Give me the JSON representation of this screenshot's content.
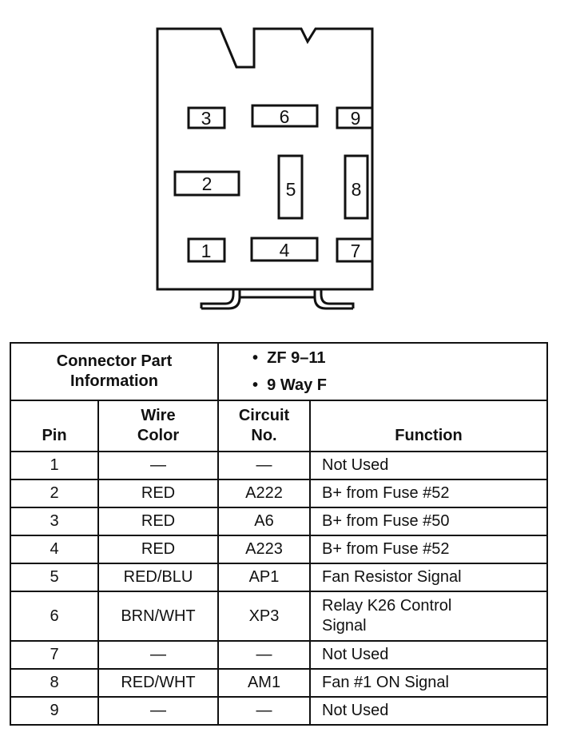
{
  "connector": {
    "pins": [
      "1",
      "2",
      "3",
      "4",
      "5",
      "6",
      "7",
      "8",
      "9"
    ]
  },
  "table": {
    "part_info_label": "Connector Part Information",
    "part_info_label_line1": "Connector Part",
    "part_info_label_line2": "Information",
    "part_info_items": [
      "ZF 9–11",
      "9 Way F"
    ],
    "bullet": "•",
    "headers": {
      "pin": "Pin",
      "wire_color_line1": "Wire",
      "wire_color_line2": "Color",
      "circuit_line1": "Circuit",
      "circuit_line2": "No.",
      "function": "Function"
    },
    "rows": [
      {
        "pin": "1",
        "color": "—",
        "circuit": "—",
        "function": "Not Used"
      },
      {
        "pin": "2",
        "color": "RED",
        "circuit": "A222",
        "function": "B+ from Fuse #52"
      },
      {
        "pin": "3",
        "color": "RED",
        "circuit": "A6",
        "function": "B+ from Fuse #50"
      },
      {
        "pin": "4",
        "color": "RED",
        "circuit": "A223",
        "function": "B+ from Fuse #52"
      },
      {
        "pin": "5",
        "color": "RED/BLU",
        "circuit": "AP1",
        "function": "Fan Resistor Signal"
      },
      {
        "pin": "6",
        "color": "BRN/WHT",
        "circuit": "XP3",
        "function_line1": "Relay K26 Control",
        "function_line2": "Signal"
      },
      {
        "pin": "7",
        "color": "—",
        "circuit": "—",
        "function": "Not Used"
      },
      {
        "pin": "8",
        "color": "RED/WHT",
        "circuit": "AM1",
        "function": "Fan #1 ON Signal"
      },
      {
        "pin": "9",
        "color": "—",
        "circuit": "—",
        "function": "Not Used"
      }
    ]
  }
}
